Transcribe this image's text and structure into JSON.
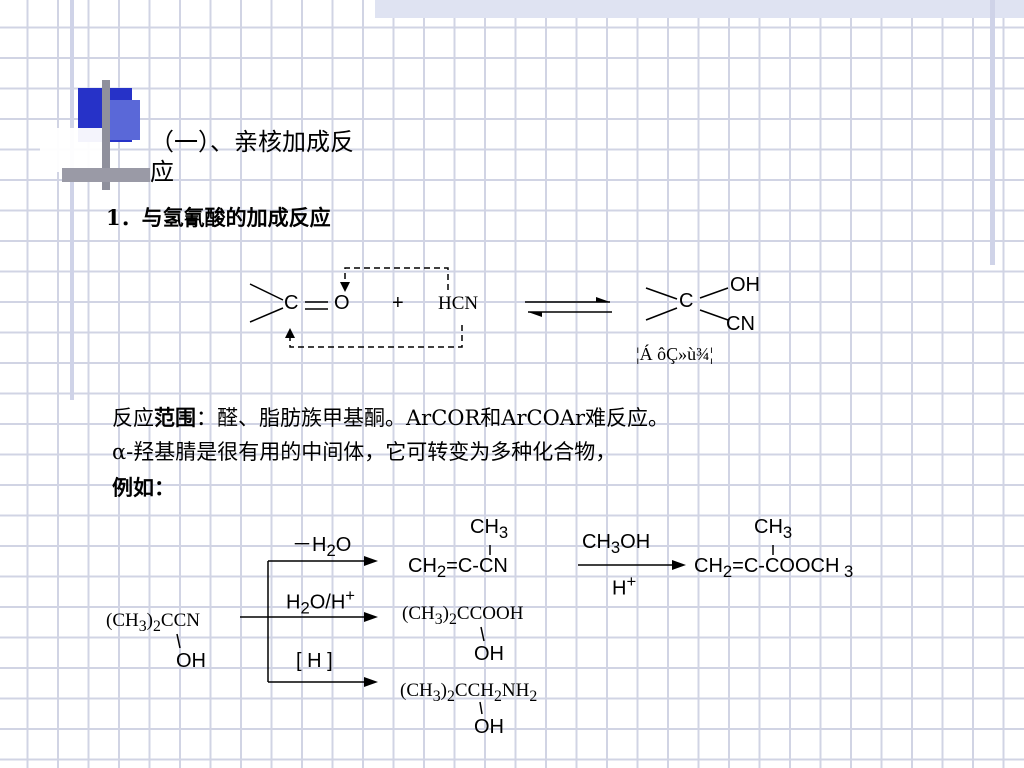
{
  "section": {
    "title_line1": "（一）、亲核加成反",
    "title_line2": "应",
    "subtitle": "1．与氢氰酸的加成反应"
  },
  "reaction1": {
    "reactant_c": "C",
    "reactant_eq": "=",
    "reactant_o": "O",
    "plus": "+",
    "reagent": "HCN",
    "product_c": "C",
    "product_oh": "OH",
    "product_cn": "CN",
    "garbled_caption": "¦Á  ôÇ»ù¾¦"
  },
  "text": {
    "scope_prefix": "反应",
    "scope_bold": "范围",
    "scope_rest": "：醛、脂肪族甲基酮。ArCOR和ArCOAr难反应。",
    "line2": "α-羟基腈是很有用的中间体，它可转变为多种化合物，",
    "example": "例如："
  },
  "reaction2": {
    "start": "(CH3)2CCN",
    "start_oh": "OH",
    "cond_top": "－H2O",
    "cond_mid": "H2O/H+",
    "cond_bot": "H",
    "p1_ch3": "CH3",
    "p1_main": "CH2=C-CN",
    "p1_reagent": "CH3OH",
    "p1_cat": "H+",
    "p1b_ch3": "CH3",
    "p1b_main": "CH2=C-COOCH3",
    "p2_main": "(CH3)2CCOOH",
    "p2_oh": "OH",
    "p3_main": "(CH3)2CCH2NH2",
    "p3_oh": "OH"
  }
}
